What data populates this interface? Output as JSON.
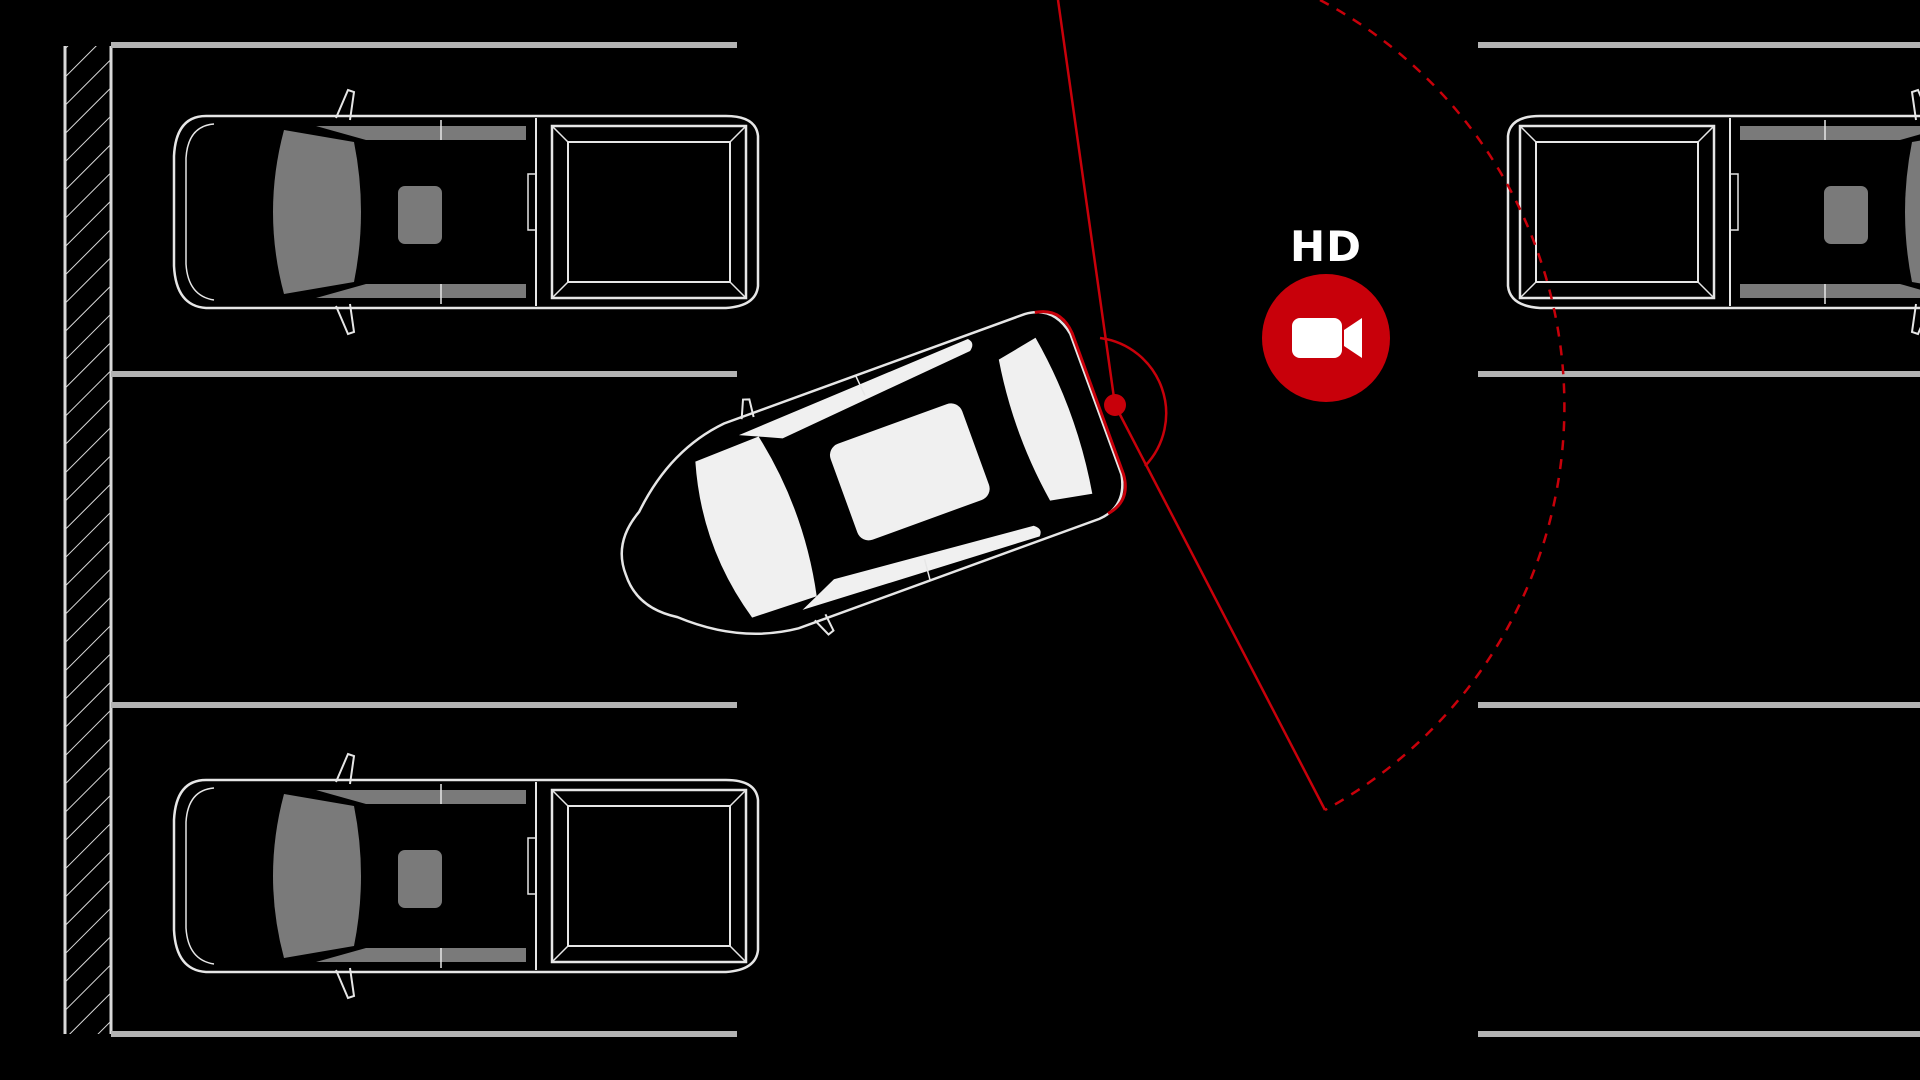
{
  "camera_badge": {
    "label": "HD",
    "icon": "video-camera-icon"
  },
  "colors": {
    "background": "#000000",
    "parking_line": "#b3b3b3",
    "wall_hatch": "#d9d9d9",
    "vehicle_outline": "#e6e6e6",
    "parked_glass": "#7a7a7a",
    "main_glass": "#f0f0f0",
    "camera_accent": "#c8000a",
    "badge_red": "#c8000a"
  },
  "vehicles": {
    "parked_count": 3,
    "maneuvering": "suv-reversing-out"
  }
}
